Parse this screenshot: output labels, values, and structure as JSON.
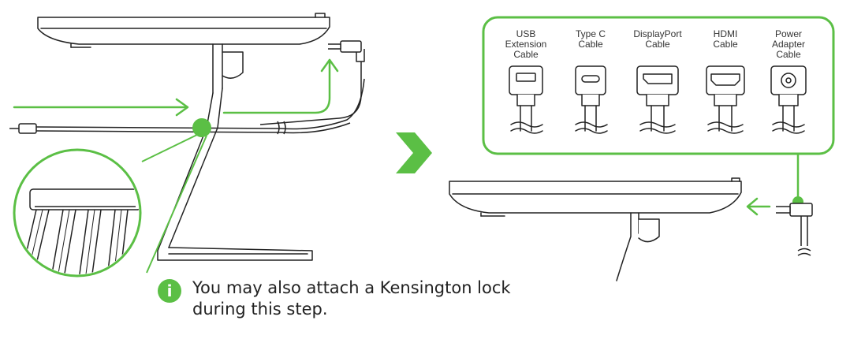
{
  "colors": {
    "accent": "#5bbf45",
    "line": "#222222",
    "frame": "#5bbf45"
  },
  "ports": [
    {
      "label_lines": [
        "USB",
        "Extension",
        "Cable"
      ],
      "icon": "usb-port-icon"
    },
    {
      "label_lines": [
        "Type C",
        "Cable"
      ],
      "icon": "type-c-port-icon"
    },
    {
      "label_lines": [
        "DisplayPort",
        "Cable"
      ],
      "icon": "displayport-port-icon"
    },
    {
      "label_lines": [
        "HDMI",
        "Cable"
      ],
      "icon": "hdmi-port-icon"
    },
    {
      "label_lines": [
        "Power",
        "Adapter",
        "Cable"
      ],
      "icon": "power-port-icon"
    }
  ],
  "note": {
    "icon": "info-icon",
    "icon_glyph": "i",
    "text": "You may also attach a Kensington lock during this step."
  }
}
